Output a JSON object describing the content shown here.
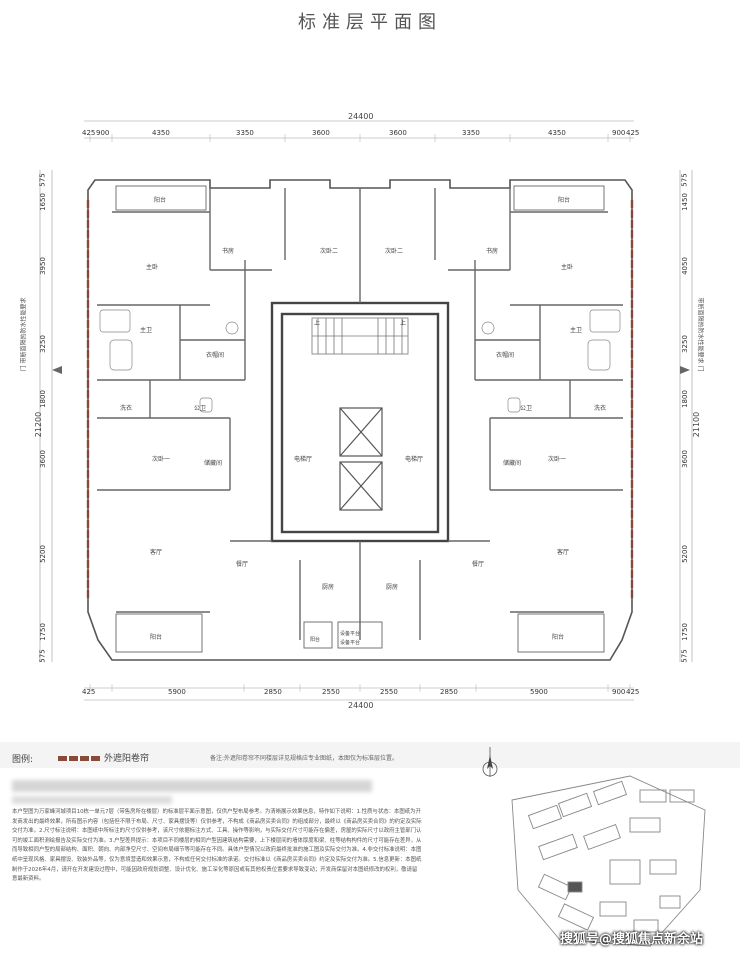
{
  "title": "标准层平面图",
  "dimensions": {
    "total_width": "24400",
    "top_row": [
      "425",
      "900",
      "4350",
      "3350",
      "3600",
      "3600",
      "3350",
      "4350",
      "900",
      "425"
    ],
    "bottom_row": [
      "425",
      "5900",
      "2850",
      "2550",
      "2550",
      "2850",
      "5900",
      "900",
      "425"
    ],
    "left_col": [
      "575",
      "1650",
      "3950",
      "3250",
      "1800",
      "3600",
      "5200",
      "1750",
      "575"
    ],
    "right_col": [
      "575",
      "1450",
      "4050",
      "3250",
      "1800",
      "3600",
      "5200",
      "1750",
      "575"
    ],
    "total_height_left": "21200",
    "total_height_right": "21100"
  },
  "rooms": {
    "balcony": "阳台",
    "master_bedroom": "主卧",
    "study": "书房",
    "second_bedroom_two": "次卧二",
    "master_bath": "主卫",
    "cloakroom": "衣帽间",
    "public_bath": "公卫",
    "laundry": "洗衣",
    "second_bedroom_one": "次卧一",
    "storage": "储藏间",
    "living_room": "客厅",
    "dining_room": "餐厅",
    "kitchen": "厨房",
    "elevator_hall": "电梯厅",
    "equipment_platform": "设备平台",
    "up_label": "上"
  },
  "side_notes": {
    "left": "门 带断面隔热防水性能要求",
    "right": "带断面隔热防水性能要求 门"
  },
  "legend": {
    "label": "图例:",
    "item": "外遮阳卷帘",
    "note": "备注:外遮阳卷帘不同楼层详见规格应专业图纸，本图仅为标准层位置。"
  },
  "description": "本户型图为万家峰河城项目10栋一单元7层（带售房所在楼层）的标准层平面示意图，仅供户型布局参考。为清晰展示效果信息，特作如下说明：1.性质与状态：本图纸为开发商发出的最终效果，所有图示内容（包括但不限于布局、尺寸、家具摆设等）仅供参考，不构成《商品房买卖合同》的组成部分，最终以《商品房买卖合同》的约定及实际交付为准。2.尺寸标注说明：本图纸中所标注的尺寸仅供参考，该尺寸依据标注方式、工具、操作等影响，与实际交付尺寸可能存在偏差，房屋的实际尺寸以政府主管部门认可的竣工面积测绘报告及实际交付为准。3.户型差异提示：本项目不同楼层的相同户型因建筑结构需要，上下楼层间的墙体厚度和梁、柱等结构构件的尺寸可能存在差异，从而导致相同户型的局部结构、面积、朝向、内部净空尺寸、空间布局细节等可能存在不同。具体户型情况以政府最终批准的施工图及实际交付为准。4.非交付标准说明：本图纸中呈现风格、家具摆设、软装外品等，仅为意境营造和效果示意，不构成任何交付标准的承诺。交付标准以《商品房买卖合同》约定及实际交付为准。5.信息更新：本图纸制作于2026年4月，请开在开发建设过程中，可能因政府规划调整、设计优化、施工深化等原因或有其他权责位置要求导致变动；开发商保留对本图纸修改的权利，敬请留意最新资料。",
  "watermark": "搜狐号@搜狐焦点新余站"
}
